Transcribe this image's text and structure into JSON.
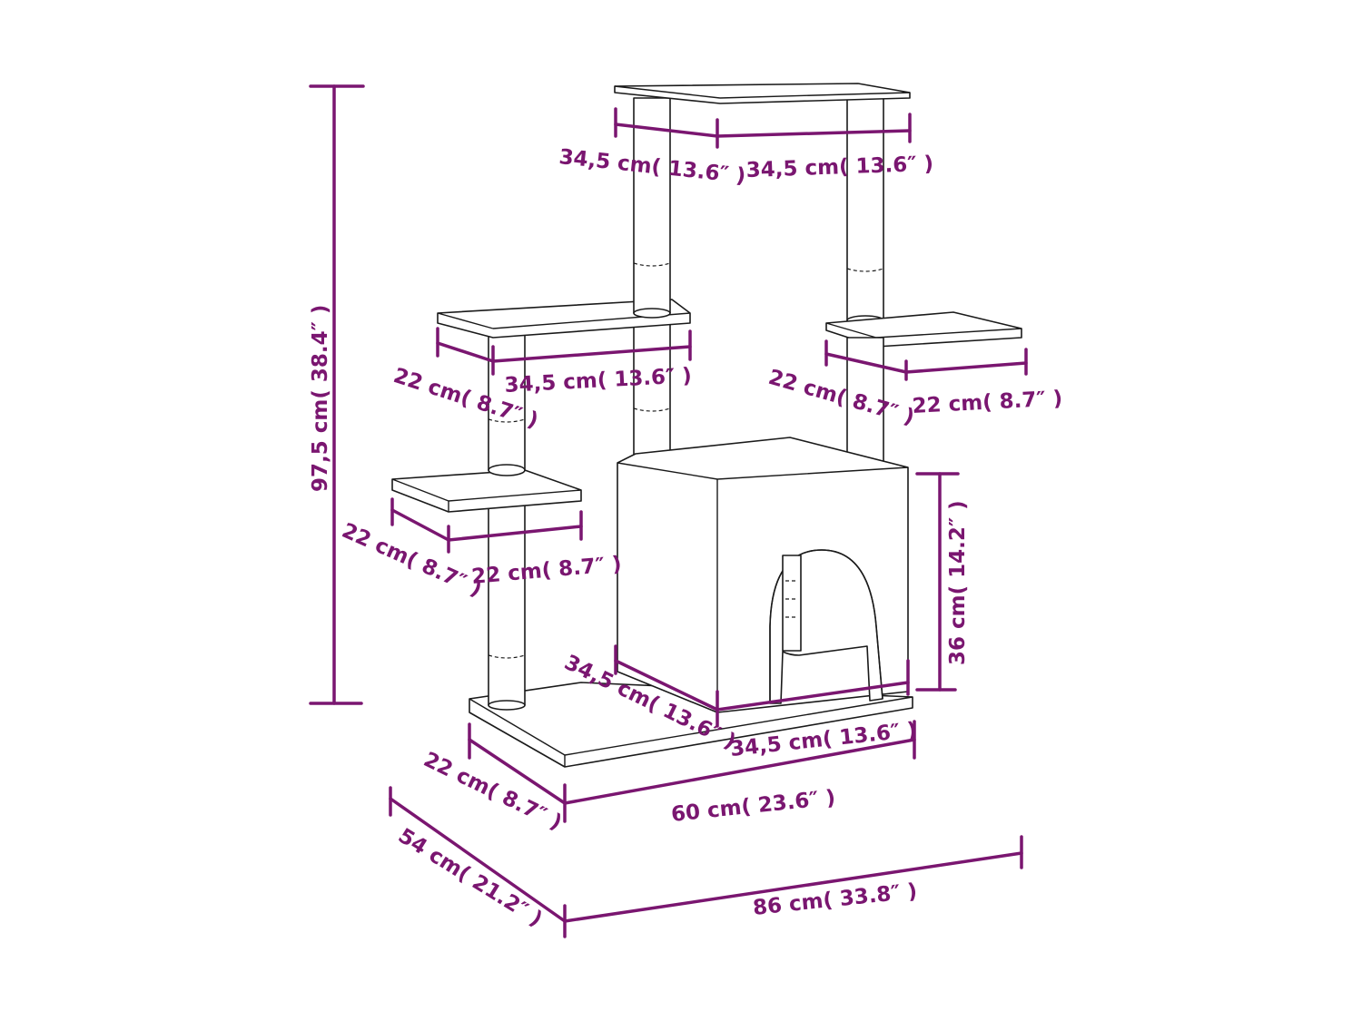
{
  "colors": {
    "dimension": "#7a1670",
    "outline": "#1a1a1a",
    "background": "#ffffff"
  },
  "labels": {
    "top_left_width": "34,5 cm( 13.6″ )",
    "top_right_width": "34,5 cm( 13.6″ )",
    "mid_left_depth": "22 cm( 8.7″ )",
    "mid_left_width": "34,5 cm( 13.6″ )",
    "mid_right_depth": "22 cm( 8.7″ )",
    "mid_right_width": "22 cm( 8.7″ )",
    "low_left_depth": "22 cm( 8.7″ )",
    "low_left_width": "22 cm( 8.7″ )",
    "total_height": "97,5 cm( 38.4″ )",
    "house_height": "36 cm( 14.2″ )",
    "house_depth": "34,5 cm( 13.6″ )",
    "house_width": "34,5 cm( 13.6″ )",
    "base_depth": "22 cm( 8.7″ )",
    "base_width": "60 cm( 23.6″ )",
    "overall_depth": "54 cm( 21.2″ )",
    "overall_width": "86 cm( 33.8″ )"
  }
}
